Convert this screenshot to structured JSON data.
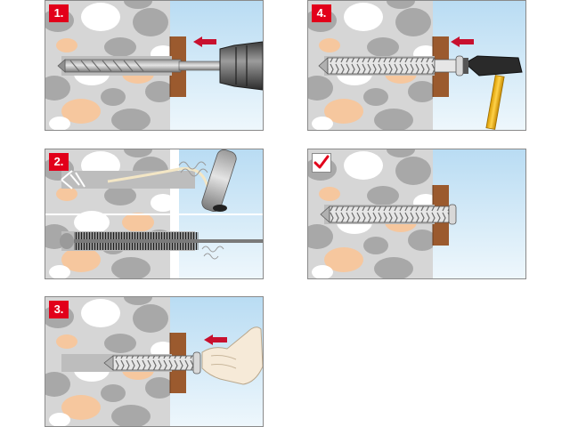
{
  "steps": [
    {
      "label": "1.",
      "action": "drill"
    },
    {
      "label": "2.",
      "action": "clean"
    },
    {
      "label": "3.",
      "action": "insert"
    },
    {
      "label": "4.",
      "action": "hammer"
    },
    {
      "label": "",
      "action": "done",
      "icon": "checkmark-icon"
    }
  ],
  "colors": {
    "stone": "#d6d6d6",
    "pebble_grey": "#a8a8a8",
    "pebble_white": "#ffffff",
    "pebble_peach": "#f6c79e",
    "sky": "#cfe6f5",
    "wood": "#9b5a2e",
    "arrow": "#c8102e",
    "badge": "#e2001a",
    "anchor": "#e8e8e8",
    "hammer_handle": "#f2b800"
  }
}
